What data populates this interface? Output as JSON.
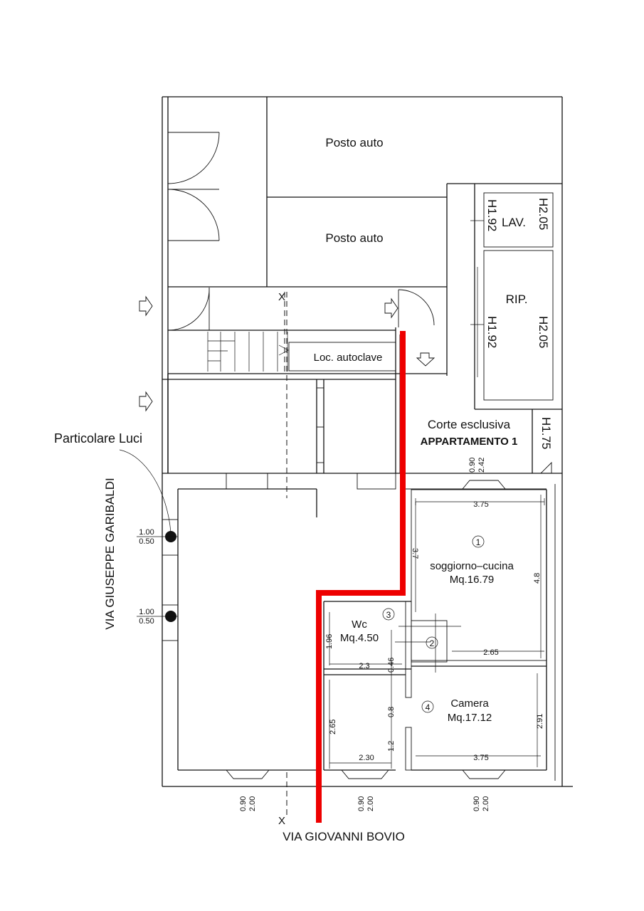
{
  "labels": {
    "posto_auto_1": "Posto auto",
    "posto_auto_2": "Posto auto",
    "lav": "LAV.",
    "lav_h_left": "H1.92",
    "lav_h_right": "H2.05",
    "rip": "RIP.",
    "rip_h_left": "H1.92",
    "rip_h_right": "H2.05",
    "loc_autoclave": "Loc. autoclave",
    "corte_line1": "Corte esclusiva",
    "corte_line2": "APPARTAMENTO 1",
    "corte_h": "H1.75",
    "particolare": "Particolare Luci",
    "street_left": "VIA GIUSEPPE GARIBALDI",
    "street_bottom": "VIA GIOVANNI BOVIO",
    "section_mark": "X"
  },
  "rooms": [
    {
      "number": "1",
      "name": "soggiorno–cucina",
      "area": "Mq.16.79"
    },
    {
      "number": "2",
      "name": "",
      "area": ""
    },
    {
      "number": "3",
      "name": "Wc",
      "area": "Mq.4.50"
    },
    {
      "number": "4",
      "name": "Camera",
      "area": "Mq.17.12"
    }
  ],
  "dimensions": {
    "soggiorno_width": "3.75",
    "soggiorno_depth_left": "3.7",
    "soggiorno_depth_right": "4.8",
    "soggiorno_bottom": "2.65",
    "wc_height": "1.96",
    "wc_width": "2.3",
    "wc_small": "0.46",
    "camera_width": "3.75",
    "camera_height": "2.91",
    "rear_height": "2.65",
    "rear_width": "2.30",
    "rear_mid": "0.8",
    "rear_low": "1.2",
    "window_top_a": "0.90",
    "window_top_b": "2.42",
    "window_left_a": "1.00",
    "window_left_b": "0.50",
    "window_bottom_a": "0.90",
    "window_bottom_b": "2.00"
  },
  "colors": {
    "boundary": "#ee0000",
    "lines": "#111111"
  }
}
